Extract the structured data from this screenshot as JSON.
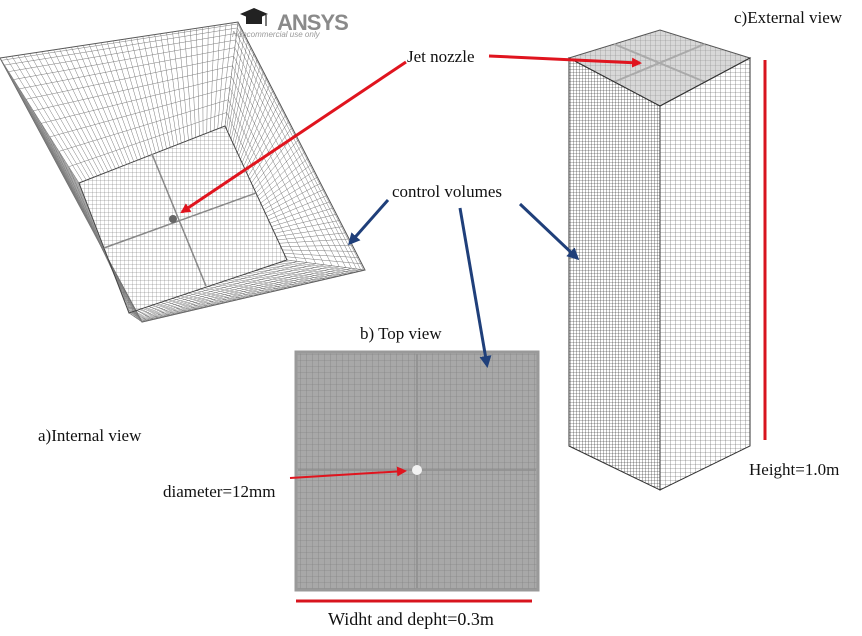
{
  "logo": {
    "brand": "ANSYS",
    "notice": "Noncommercial use only"
  },
  "labels": {
    "jet_nozzle": "Jet nozzle",
    "control_volumes": "control volumes",
    "internal_view": "a)Internal view",
    "top_view": "b) Top view",
    "external_view": "c)External view",
    "diameter": "diameter=12mm",
    "height": "Height=1.0m",
    "width_depth": "Widht and depht=0.3m"
  },
  "colors": {
    "arrow_red": "#e0141e",
    "arrow_blue": "#1f3f7a",
    "dimension_red": "#d8141e",
    "mesh": "#444444"
  }
}
